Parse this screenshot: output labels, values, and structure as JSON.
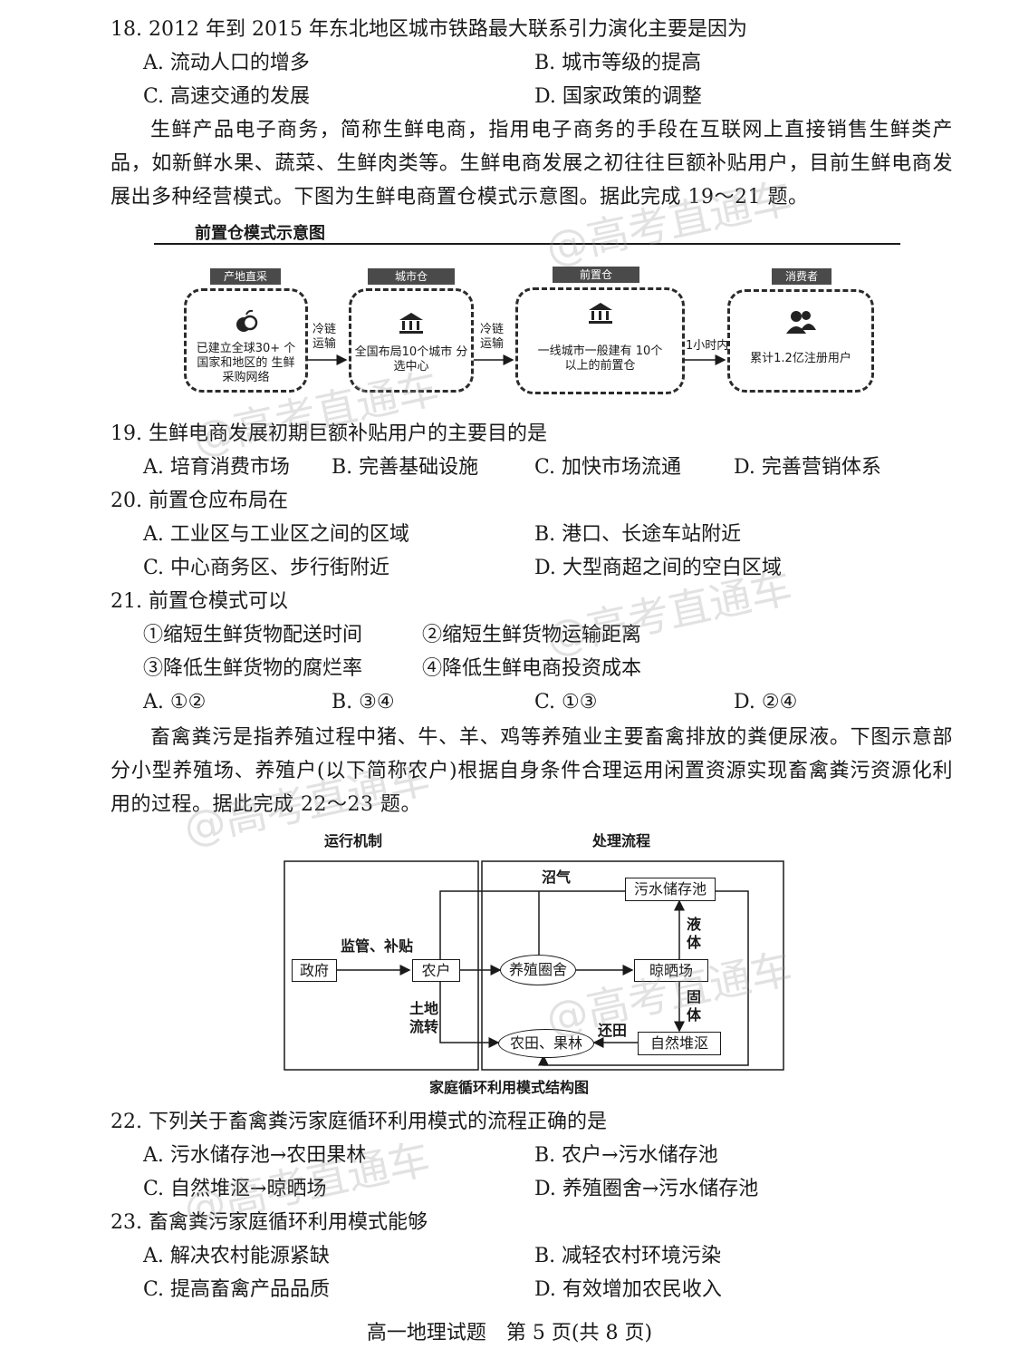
{
  "q18": {
    "stem": "18. 2012 年到 2015 年东北地区城市铁路最大联系引力演化主要是因为",
    "options": [
      "A. 流动人口的增多",
      "B. 城市等级的提高",
      "C. 高速交通的发展",
      "D. 国家政策的调整"
    ]
  },
  "passage1": "生鲜产品电子商务，简称生鲜电商，指用电子商务的手段在互联网上直接销售生鲜类产品，如新鲜水果、蔬菜、生鲜肉类等。生鲜电商发展之初往往巨额补贴用户，目前生鲜电商发展出多种经营模式。下图为生鲜电商置仓模式示意图。据此完成 19～21 题。",
  "diagram1": {
    "title": "前置仓模式示意图",
    "nodes": [
      {
        "tag": "产地直采",
        "icon": "apple-icon",
        "text": "已建立全球30+ 个国家和地区的 生鲜采购网络"
      },
      {
        "tag": "城市仓",
        "icon": "warehouse-icon",
        "text": "全国布局10个城市 分选中心"
      },
      {
        "tag": "前置仓",
        "icon": "warehouse-icon",
        "text": "一线城市一般建有 10个以上的前置仓"
      },
      {
        "tag": "消费者",
        "icon": "users-icon",
        "text": "累计1.2亿注册用户"
      }
    ],
    "arrows": [
      "冷链 运输",
      "冷链 运输",
      "1小时内"
    ]
  },
  "q19": {
    "stem": "19. 生鲜电商发展初期巨额补贴用户的主要目的是",
    "options": [
      "A. 培育消费市场",
      "B. 完善基础设施",
      "C. 加快市场流通",
      "D. 完善营销体系"
    ]
  },
  "q20": {
    "stem": "20. 前置仓应布局在",
    "options": [
      "A. 工业区与工业区之间的区域",
      "B. 港口、长途车站附近",
      "C. 中心商务区、步行街附近",
      "D. 大型商超之间的空白区域"
    ]
  },
  "q21": {
    "stem": "21. 前置仓模式可以",
    "items": [
      "①缩短生鲜货物配送时间",
      "②缩短生鲜货物运输距离",
      "③降低生鲜货物的腐烂率",
      "④降低生鲜电商投资成本"
    ],
    "options": [
      "A. ①②",
      "B. ③④",
      "C. ①③",
      "D. ②④"
    ]
  },
  "passage2": "畜禽粪污是指养殖过程中猪、牛、羊、鸡等养殖业主要畜禽排放的粪便尿液。下图示意部分小型养殖场、养殖户(以下简称农户)根据自身条件合理运用闲置资源实现畜禽粪污资源化利用的过程。据此完成 22～23 题。",
  "diagram2": {
    "left_title": "运行机制",
    "right_title": "处理流程",
    "caption": "家庭循环利用模式结构图",
    "nodes": {
      "gov": "政府",
      "farmer": "农户",
      "pen": "养殖圈舍",
      "tank": "污水储存池",
      "yard": "晾晒场",
      "field": "农田、果林",
      "compost": "自然堆沤"
    },
    "labels": {
      "supervise": "监管、补贴",
      "land": "土地 流转",
      "biogas": "沼气",
      "liquid": "液 体",
      "solid": "固 体",
      "return": "还田"
    }
  },
  "q22": {
    "stem": "22. 下列关于畜禽粪污家庭循环利用模式的流程正确的是",
    "options": [
      "A. 污水储存池→农田果林",
      "B. 农户→污水储存池",
      "C. 自然堆沤→晾晒场",
      "D. 养殖圈舍→污水储存池"
    ]
  },
  "q23": {
    "stem": "23. 畜禽粪污家庭循环利用模式能够",
    "options": [
      "A. 解决农村能源紧缺",
      "B. 减轻农村环境污染",
      "C. 提高畜禽产品品质",
      "D. 有效增加农民收入"
    ]
  },
  "footer": "高一地理试题　第 5 页(共 8 页)",
  "watermark": "@高考直通车"
}
